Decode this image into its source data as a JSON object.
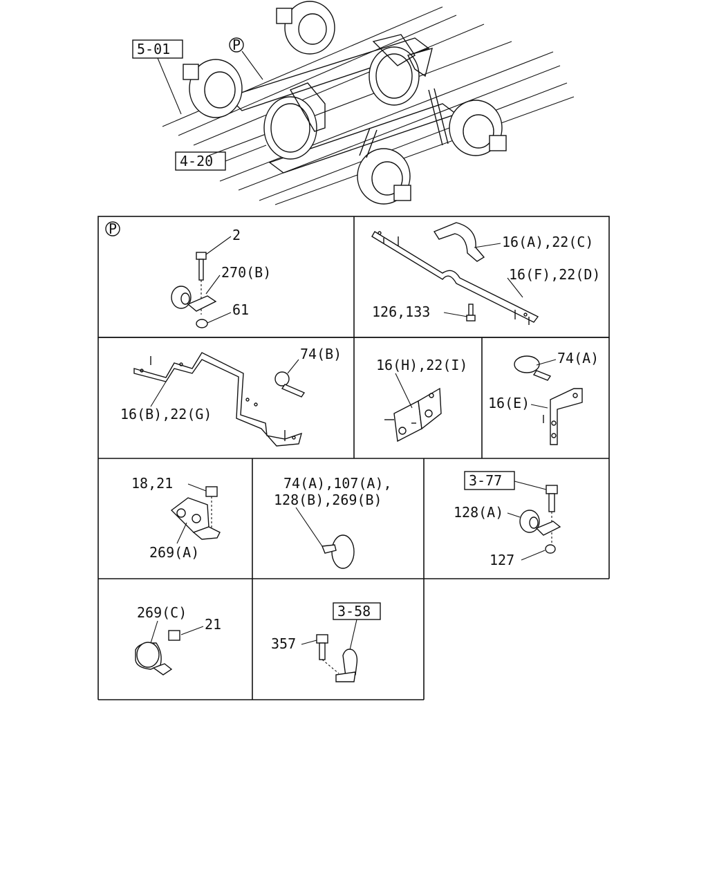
{
  "diagram": {
    "overview": {
      "ref_5_01": "5-01",
      "ref_4_20": "4-20",
      "detail_marker": "P"
    },
    "cells": {
      "p_detail": {
        "marker": "P",
        "labels": [
          "2",
          "270(B)",
          "61"
        ]
      },
      "bracket_a": {
        "labels": [
          "16(A),22(C)",
          "16(F),22(D)",
          "126,133"
        ]
      },
      "bracket_b": {
        "labels": [
          "74(B)",
          "16(B),22(G)"
        ]
      },
      "bracket_h": {
        "labels": [
          "16(H),22(I)"
        ]
      },
      "bracket_e": {
        "labels": [
          "74(A)",
          "16(E)"
        ]
      },
      "clip_269a": {
        "labels": [
          "18,21",
          "269(A)"
        ]
      },
      "clamp_74a": {
        "labels": [
          "74(A),107(A),",
          "128(B),269(B)"
        ]
      },
      "clip_128a": {
        "ref_3_77": "3-77",
        "labels": [
          "128(A)",
          "127"
        ]
      },
      "clip_269c": {
        "labels": [
          "269(C)",
          "21"
        ]
      },
      "clip_357": {
        "ref_3_58": "3-58",
        "labels": [
          "357"
        ]
      }
    }
  }
}
